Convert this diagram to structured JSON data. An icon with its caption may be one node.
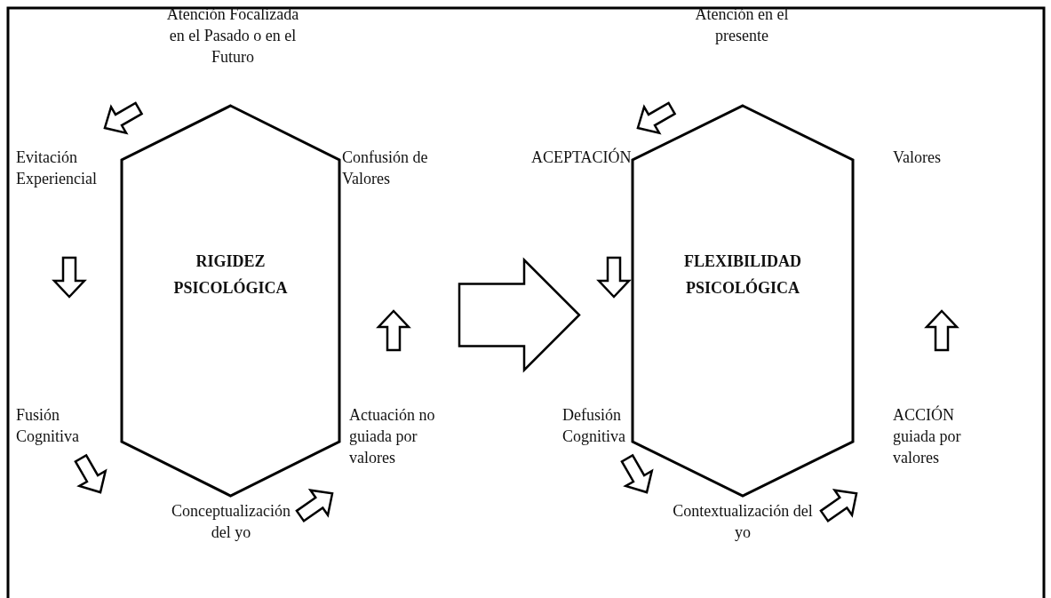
{
  "diagram": {
    "nodes": [
      {
        "text": [
          "RIGIDEZ PSICOLÓGICA"
        ],
        "beside": [
          "Atención Focalizada en el Pasado o en el Futuro",
          "Evitación Experiencial",
          "Confusión de Valores",
          "Fusión Cognitiva",
          "Actuación no guiada por valores",
          "Conceptualización del yo"
        ]
      },
      {
        "text": [
          "FLEXIBILIDAD PSICOLÓGICA"
        ],
        "beside": [
          "Atención en el presente",
          "ACEPTACIÓN",
          "Valores",
          "Defusión Cognitiva",
          "ACCIÓN guiada por valores",
          "Contextualización del yo"
        ]
      }
    ],
    "edges": [
      {
        "from": 0,
        "to": 1,
        "arrow": "to"
      }
    ]
  }
}
